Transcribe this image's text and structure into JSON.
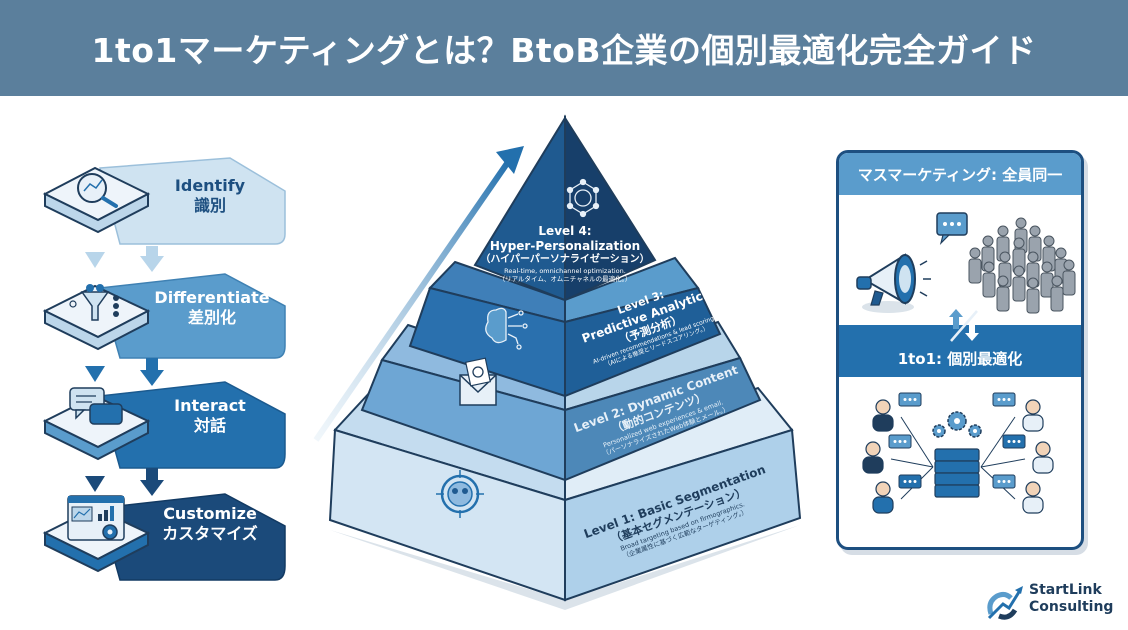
{
  "header": {
    "title": "1to1マーケティングとは？BtoB企業の個別最適化完全ガイド"
  },
  "flow": {
    "steps": [
      {
        "en": "Identify",
        "jp": "識別",
        "icon": "magnifier-chart-icon",
        "color": "#cfe3f1",
        "text_color": "#1d4f80"
      },
      {
        "en": "Differentiate",
        "jp": "差別化",
        "icon": "funnel-people-icon",
        "color": "#5a9ccc",
        "text_color": "#ffffff"
      },
      {
        "en": "Interact",
        "jp": "対話",
        "icon": "chat-bubbles-icon",
        "color": "#2370ad",
        "text_color": "#ffffff"
      },
      {
        "en": "Customize",
        "jp": "カスタマイズ",
        "icon": "dashboard-gear-icon",
        "color": "#1b4a7a",
        "text_color": "#ffffff"
      }
    ]
  },
  "pyramid": {
    "levels": [
      {
        "title": "Level 4:",
        "subtitle": "Hyper-Personalization",
        "jp": "（ハイパーパーソナライゼーション）",
        "desc": "Real-time, omnichannel optimization.",
        "desc_jp": "（リアルタイム、オムニチャネルの最適化。）",
        "icon": "network-globe-icon"
      },
      {
        "title": "Level 3:",
        "subtitle": "Predictive Analytics",
        "jp": "（予測分析）",
        "desc": "AI-driven recommendations & lead scoring.",
        "desc_jp": "（AIによる推奨とリードスコアリング。）",
        "icon": "ai-brain-icon"
      },
      {
        "title": "Level 2: Dynamic Content",
        "jp": "（動的コンテンツ）",
        "desc": "Personalized web experiences & email.",
        "desc_jp": "（パーソナライズされたWeb体験とメール。）",
        "icon": "email-at-icon"
      },
      {
        "title": "Level 1: Basic Segmentation",
        "jp": "（基本セグメンテーション）",
        "desc": "Broad targeting based on firmographics.",
        "desc_jp": "（企業属性に基づく広範なターゲティング。）",
        "icon": "target-group-icon"
      }
    ]
  },
  "compare": {
    "mass_title": "マスマーケティング: 全員同一",
    "one_title": "1to1: 個別最適化",
    "mass_icon": "megaphone-crowd-icon",
    "one_icon": "server-network-people-icon"
  },
  "logo": {
    "line1": "StartLink",
    "line2": "Consulting"
  },
  "colors": {
    "header_bg": "#5b7f9c",
    "light_blue": "#cfe3f1",
    "mid_blue": "#5a9ccc",
    "blue": "#2370ad",
    "navy": "#1b4a7a"
  }
}
